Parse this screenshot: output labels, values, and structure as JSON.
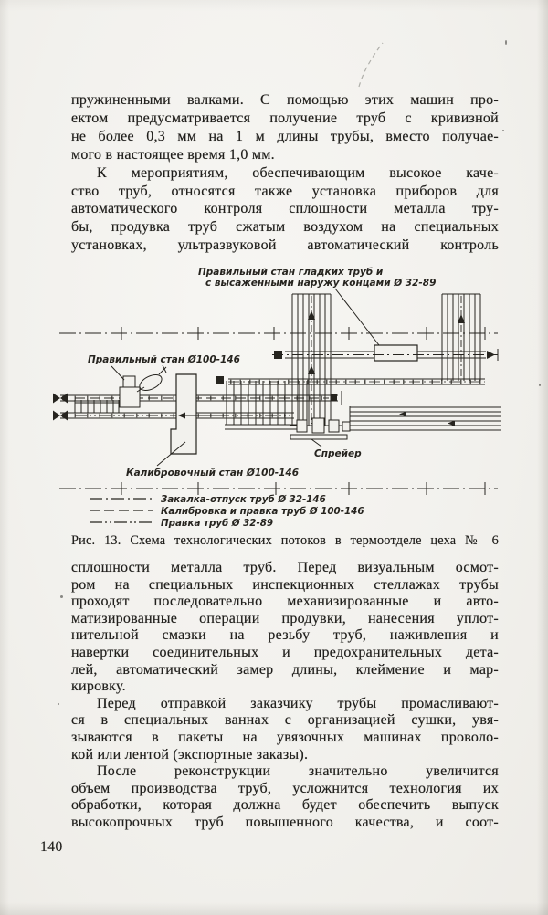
{
  "page": {
    "number": "140"
  },
  "paragraphs": {
    "p1": {
      "lines": [
        "пружиненными валками. С помощью этих машин про-",
        "ектом предусматривается получение труб с кривизной",
        "не более 0,3 мм на 1 м длины трубы, вместо получае-",
        "мого в настоящее время 1,0 мм."
      ]
    },
    "p2": {
      "lines": [
        "К мероприятиям, обеспечивающим высокое каче-",
        "ство труб, относятся также установка приборов для",
        "автоматического контроля сплошности металла тру-",
        "бы, продувка труб сжатым воздухом на специальных",
        "установках, ультразвуковой автоматический контроль"
      ]
    },
    "p3": {
      "lines": [
        "сплошности металла труб. Перед визуальным осмот-",
        "ром на специальных инспекционных стеллажах трубы",
        "проходят последовательно механизированные и авто-",
        "матизированные операции продувки, нанесения уплот-",
        "нительной смазки на резьбу труб, наживления и",
        "навертки соединительных и предохранительных дета-",
        "лей, автоматический замер длины, клеймение и мар-",
        "кировку."
      ]
    },
    "p4": {
      "lines": [
        "Перед отправкой заказчику трубы промасливают-",
        "ся в специальных ваннах с организацией сушки, увя-",
        "зываются в пакеты на увязочных машинах проволо-",
        "кой или лентой (экспортные заказы)."
      ]
    },
    "p5": {
      "lines": [
        "После реконструкции значительно увеличится",
        "объем производства труб, усложнится технология их",
        "обработки, которая должна будет обеспечить выпуск",
        "высокопрочных труб повышенного качества, и соот-"
      ]
    }
  },
  "figure": {
    "caption": "Рис. 13. Схема технологических потоков в термоотделе цеха № 6",
    "labels": {
      "top_line1": "Правильный стан гладких труб и",
      "top_line2": "с высаженными наружу концами Ø 32-89",
      "straightener": "Правильный стан Ø100-146",
      "calibrator": "Калибровочный стан Ø100-146",
      "sprayer": "Спрейер"
    },
    "legend": [
      {
        "style": "dash-dot",
        "label": "Закалка-отпуск труб Ø 32-146"
      },
      {
        "style": "dash",
        "label": "Калибровка и правка труб Ø 100-146"
      },
      {
        "style": "dash-dot-dot",
        "label": "Правка труб Ø 32-89"
      }
    ]
  },
  "colors": {
    "paper": "#f2f1ed",
    "ink": "#26241f"
  }
}
